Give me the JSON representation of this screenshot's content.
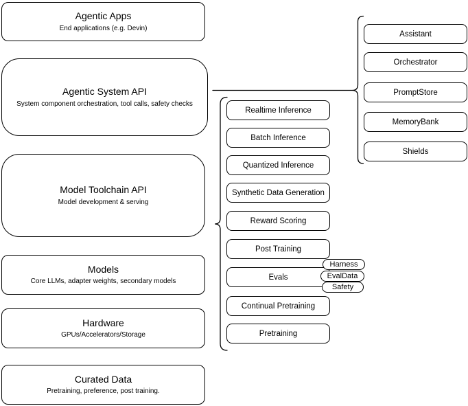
{
  "diagram": {
    "left_stack": [
      {
        "title": "Agentic Apps",
        "subtitle": "End applications (e.g. Devin)"
      },
      {
        "title": "Agentic System API",
        "subtitle": "System component orchestration, tool calls, safety checks"
      },
      {
        "title": "Model Toolchain API",
        "subtitle": "Model development & serving"
      },
      {
        "title": "Models",
        "subtitle": "Core LLMs, adapter weights, secondary models"
      },
      {
        "title": "Hardware",
        "subtitle": "GPUs/Accelerators/Storage"
      },
      {
        "title": "Curated Data",
        "subtitle": "Pretraining, preference, post training."
      }
    ],
    "toolchain_services": [
      "Realtime Inference",
      "Batch Inference",
      "Quantized Inference",
      "Synthetic Data Generation",
      "Reward Scoring",
      "Post Training",
      "Evals",
      "Continual Pretraining",
      "Pretraining"
    ],
    "eval_tags": [
      "Harness",
      "EvalData",
      "Safety"
    ],
    "system_components": [
      "Assistant",
      "Orchestrator",
      "PromptStore",
      "MemoryBank",
      "Shields"
    ],
    "colors": {
      "stroke": "#000000",
      "fill": "#ffffff",
      "text": "#000000",
      "background": "#ffffff"
    }
  }
}
